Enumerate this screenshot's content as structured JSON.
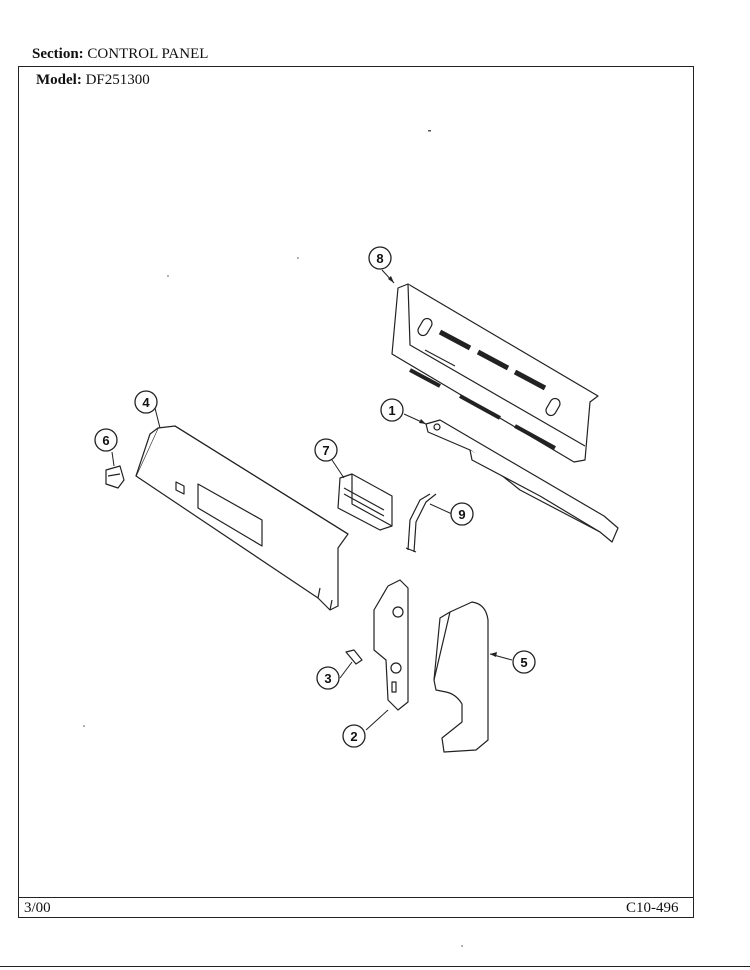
{
  "header": {
    "section_label": "Section:",
    "section_value": "CONTROL PANEL",
    "model_label": "Model:",
    "model_value": "DF251300"
  },
  "footer": {
    "date": "3/00",
    "code": "C10-496"
  },
  "callouts": [
    "1",
    "2",
    "3",
    "4",
    "5",
    "6",
    "7",
    "8",
    "9"
  ]
}
